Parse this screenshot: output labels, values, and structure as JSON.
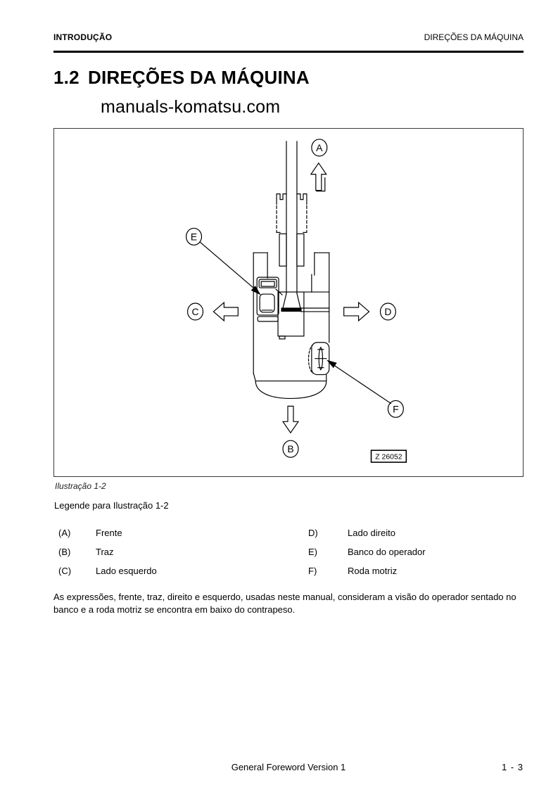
{
  "header": {
    "left": "INTRODUÇÃO",
    "right": "DIREÇÕES DA MÁQUINA"
  },
  "title": {
    "number": "1.2",
    "text": "DIREÇÕES DA MÁQUINA"
  },
  "watermark": "manuals-komatsu.com",
  "figure": {
    "caption": "Ilustração 1-2",
    "drawing_number": "Z 26052",
    "labels": {
      "a": "A",
      "b": "B",
      "c": "C",
      "d": "D",
      "e": "E",
      "f": "F"
    }
  },
  "legend": {
    "heading": "Legende para Ilustração 1-2",
    "rows": [
      {
        "k1": "(A)",
        "v1": "Frente",
        "k2": "D)",
        "v2": "Lado direito"
      },
      {
        "k1": "(B)",
        "v1": "Traz",
        "k2": "E)",
        "v2": "Banco do operador"
      },
      {
        "k1": "(C)",
        "v1": "Lado esquerdo",
        "k2": "F)",
        "v2": "Roda motriz"
      }
    ]
  },
  "paragraph": "As expressões, frente, traz, direito e esquerdo, usadas neste manual, consideram a visão do operador sentado no banco e a roda motriz se encontra em baixo do contrapeso.",
  "footer": {
    "center": "General Foreword Version 1",
    "page": "1 - 3"
  },
  "colors": {
    "ink": "#000000",
    "paper": "#ffffff",
    "frame": "#3a3a3a"
  }
}
